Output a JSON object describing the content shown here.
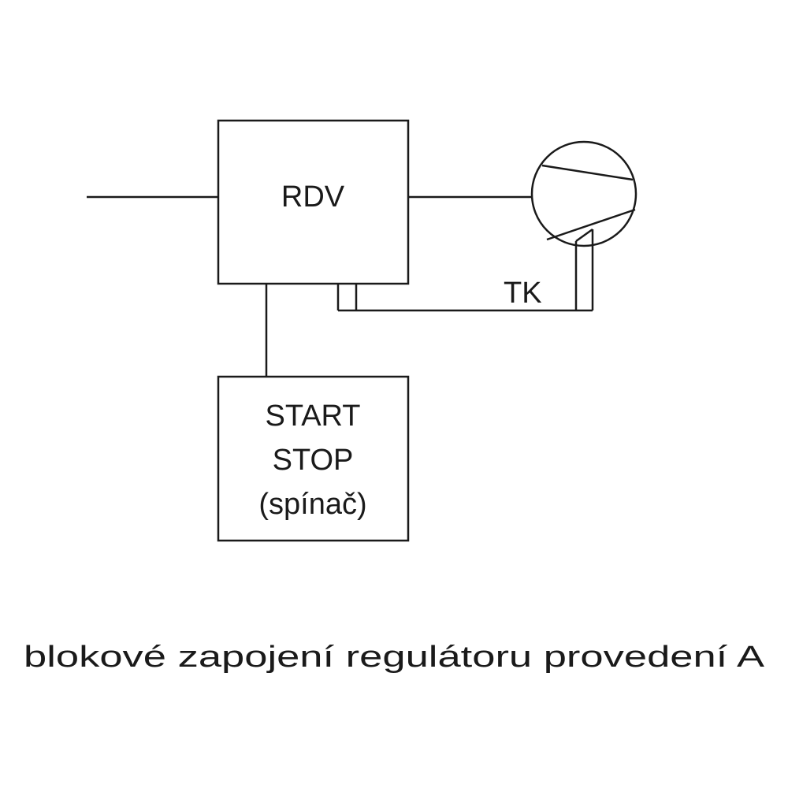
{
  "diagram": {
    "blocks": {
      "regulator": "RDV",
      "switch_line1": "START",
      "switch_line2": "STOP",
      "switch_line3": "(spínač)"
    },
    "sensor_label": "TK",
    "caption": "blokové zapojení regulátoru provedení A"
  },
  "colors": {
    "ink": "#1a1a1a",
    "background": "#ffffff"
  }
}
